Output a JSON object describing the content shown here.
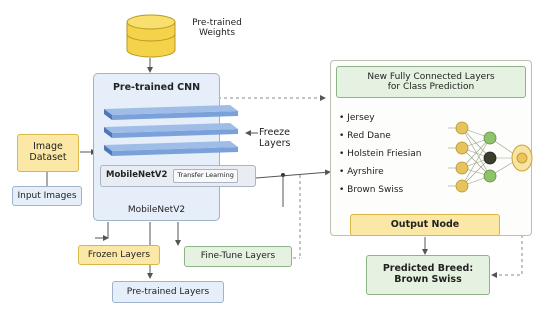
{
  "weights": {
    "label_line1": "Pre-trained",
    "label_line2": "Weights"
  },
  "cnn": {
    "title": "Pre-trained CNN",
    "model_tag": "MobileNetV2",
    "transfer_tag": "Transfer Learning",
    "footer": "MobileNetV2"
  },
  "freeze": {
    "line1": "Freeze",
    "line2": "Layers"
  },
  "image_dataset": {
    "line1": "Image",
    "line2": "Dataset"
  },
  "input_images": "Input Images",
  "frozen_layers": "Frozen Layers",
  "fine_tune_layers": "Fine-Tune Layers",
  "pretrained_layers": "Pre-trained Layers",
  "fc": {
    "title_line1": "New Fully Connected Layers",
    "title_line2": "for Class Prediction"
  },
  "classes": [
    "Jersey",
    "Red Dane",
    "Holstein Friesian",
    "Ayrshire",
    "Brown Swiss"
  ],
  "output_node": "Output Node",
  "prediction": {
    "line1": "Predicted Breed:",
    "line2": "Brown Swiss"
  },
  "colors": {
    "yellow_fill": "#fbe8a6",
    "blue_fill": "#e5eef9",
    "green_fill": "#e6f2e1",
    "layer_blue": "#5b86c6",
    "node_yellow": "#e6c35c",
    "node_green": "#8fc26a",
    "node_dark": "#3c3f2c"
  }
}
